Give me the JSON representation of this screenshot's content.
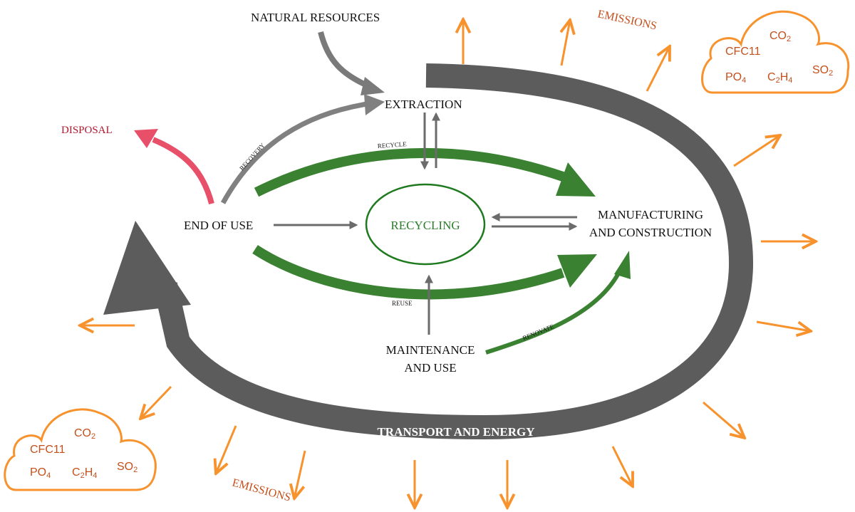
{
  "colors": {
    "transport": "#5c5c5c",
    "flow_gray": "#777777",
    "recycle_green": "#3a8232",
    "recycling_circle": "#1f7a1f",
    "disposal": "#e8506a",
    "disposal_text": "#b0172c",
    "emissions": "#f7922d",
    "emissions_text": "#c4501c"
  },
  "nodes": {
    "natural_resources": "NATURAL RESOURCES",
    "extraction": "EXTRACTION",
    "disposal": "DISPOSAL",
    "end_of_use": "END OF USE",
    "recycling": "RECYCLING",
    "manufacturing_1": "MANUFACTURING",
    "manufacturing_2": "AND CONSTRUCTION",
    "maintenance_1": "MAINTENANCE",
    "maintenance_2": "AND USE",
    "transport": "TRANSPORT AND ENERGY"
  },
  "flows": {
    "recovery": "RECOVERY",
    "recycle": "RECYCLE",
    "reuse": "REUSE",
    "renovate": "RENOVATE"
  },
  "emissions": {
    "label_top": "EMISSIONS",
    "label_bottom": "EMISSIONS",
    "cloud_top": {
      "co2": "CO",
      "co2_sub": "2",
      "cfc": "CFC11",
      "po4": "PO",
      "po4_sub": "4",
      "c2h4_a": "C",
      "c2h4_s1": "2",
      "c2h4_b": "H",
      "c2h4_s2": "4",
      "so2": "SO",
      "so2_sub": "2"
    },
    "cloud_bottom": {
      "co2": "CO",
      "co2_sub": "2",
      "cfc": "CFC11",
      "po4": "PO",
      "po4_sub": "4",
      "c2h4_a": "C",
      "c2h4_s1": "2",
      "c2h4_b": "H",
      "c2h4_s2": "4",
      "so2": "SO",
      "so2_sub": "2"
    }
  }
}
